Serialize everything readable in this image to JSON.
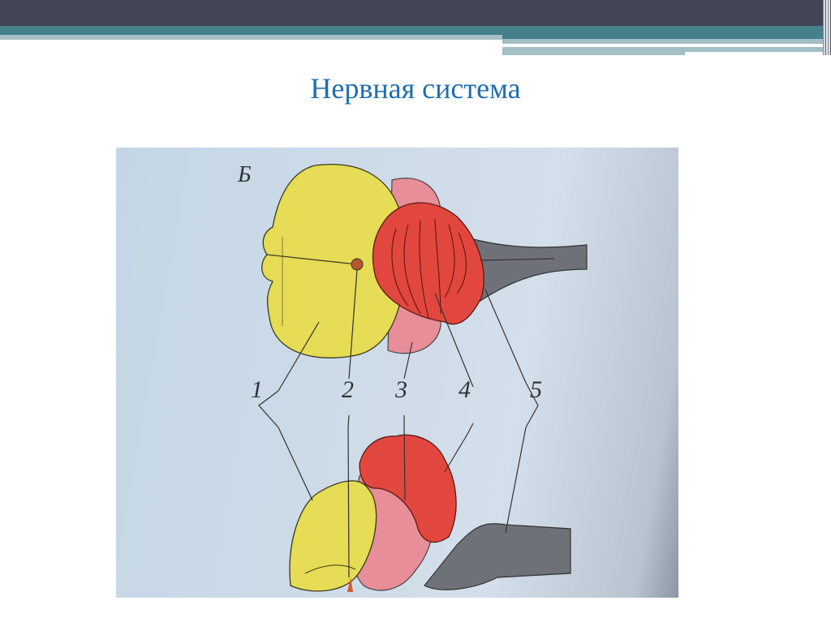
{
  "slide": {
    "title": "Нервная система",
    "header_colors": {
      "dark": "#434557",
      "teal": "#46808a",
      "light": "#a8c0c5"
    },
    "title_color": "#1f6eb0"
  },
  "figure": {
    "panel_label": "Б",
    "part_labels": [
      "1",
      "2",
      "3",
      "4",
      "5"
    ],
    "colors": {
      "part1_yellow": "#e6dc55",
      "part3_pink": "#e88e98",
      "part4_red": "#e2473f",
      "part5_gray": "#6e7178",
      "background": "#cddbe8"
    }
  }
}
